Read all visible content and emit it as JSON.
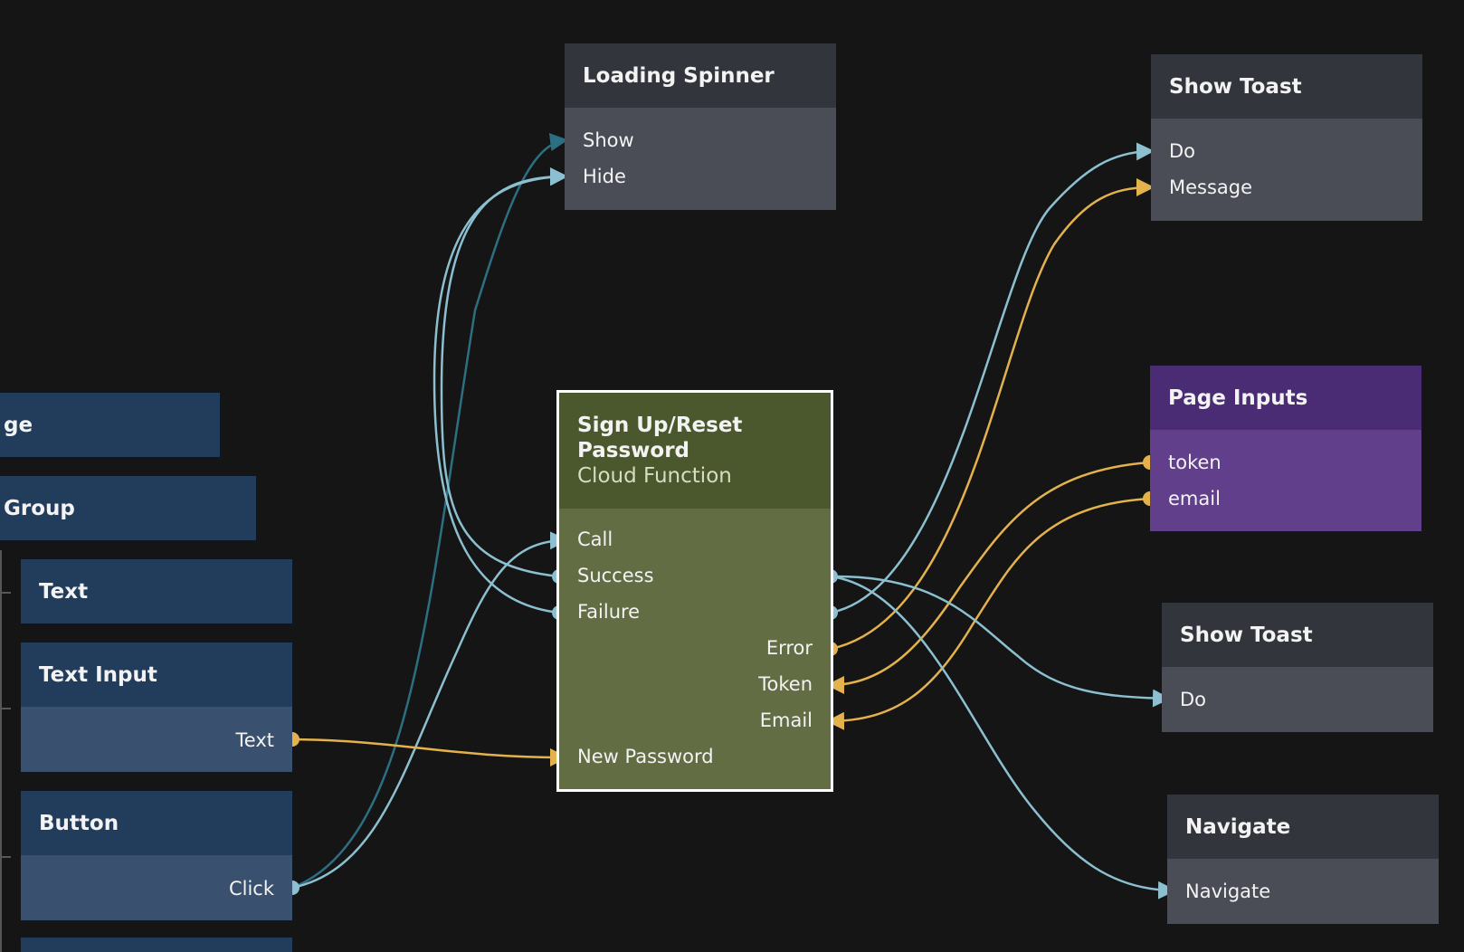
{
  "colors": {
    "background": "#151515",
    "visual_header": "#223c5b",
    "visual_body": "#39506f",
    "logic_header": "#33353d",
    "logic_body": "#4b4d56",
    "page_header": "#4a2c74",
    "page_body": "#613f8b",
    "cloud_header": "#4b582d",
    "cloud_body": "#636d44",
    "signal_wire": "#8cbfd0",
    "data_wire": "#e4b24d",
    "dark_wire": "#2d6f82"
  },
  "left_tree": {
    "page_partial": "ge",
    "group_partial": "Group",
    "text_node": "Text",
    "text_input_node": "Text Input",
    "text_input_output": "Text",
    "button_node": "Button",
    "button_output": "Click"
  },
  "loading_spinner": {
    "title": "Loading Spinner",
    "inputs": [
      "Show",
      "Hide"
    ]
  },
  "cloud_function": {
    "title_line_1": "Sign Up/Reset",
    "title_line_2": "Password",
    "subtitle": "Cloud Function",
    "left_ports": [
      "Call",
      "Success",
      "Failure"
    ],
    "right_ports": [
      "Error",
      "Token",
      "Email"
    ],
    "password_input": "New Password"
  },
  "show_toast_top": {
    "title": "Show Toast",
    "inputs": [
      "Do",
      "Message"
    ]
  },
  "page_inputs": {
    "title": "Page Inputs",
    "outputs": [
      "token",
      "email"
    ]
  },
  "show_toast_bottom": {
    "title": "Show Toast",
    "inputs": [
      "Do"
    ]
  },
  "navigate": {
    "title": "Navigate",
    "inputs": [
      "Navigate"
    ]
  }
}
